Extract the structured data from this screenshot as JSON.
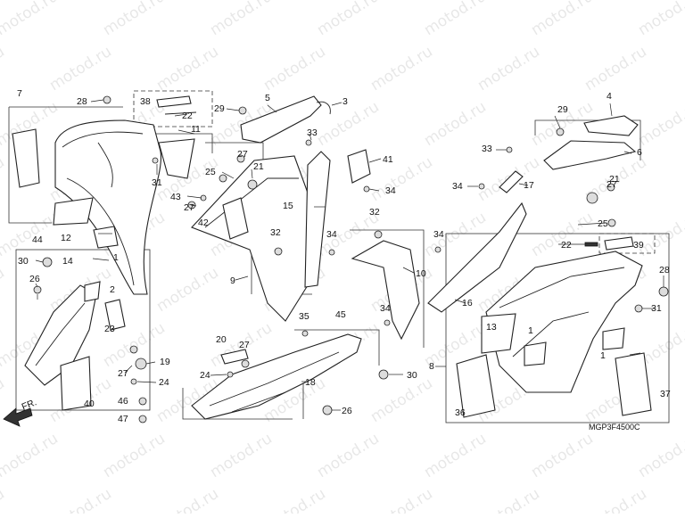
{
  "watermark_text": "motod.ru",
  "diagram_code": "MGP3F4500C",
  "direction_label": "FR.",
  "callouts": [
    "1",
    "2",
    "3",
    "4",
    "5",
    "6",
    "7",
    "8",
    "9",
    "10",
    "11",
    "12",
    "13",
    "14",
    "15",
    "16",
    "17",
    "18",
    "19",
    "20",
    "21",
    "22",
    "23",
    "24",
    "25",
    "26",
    "27",
    "28",
    "29",
    "30",
    "31",
    "32",
    "33",
    "34",
    "35",
    "36",
    "37",
    "38",
    "39",
    "40",
    "41",
    "42",
    "43",
    "44",
    "45",
    "46",
    "47"
  ],
  "colors": {
    "line": "#222222",
    "background": "#ffffff",
    "watermark": "#000000"
  }
}
